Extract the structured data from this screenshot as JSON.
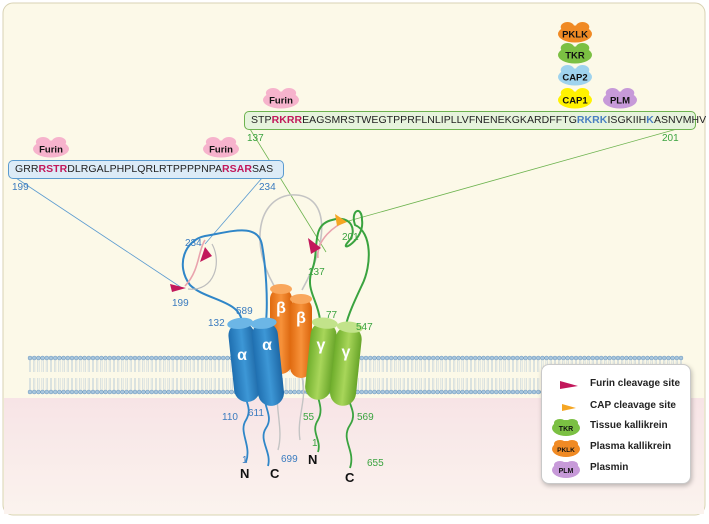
{
  "alpha_box": {
    "segments": [
      {
        "text": "GRR",
        "style": "plain"
      },
      {
        "text": "RSTR",
        "style": "furin"
      },
      {
        "text": "DLRGALPHPLQRLRTPPPPNPA",
        "style": "plain"
      },
      {
        "text": "RSAR",
        "style": "furin"
      },
      {
        "text": "SAS",
        "style": "plain"
      }
    ],
    "start": "199",
    "end": "234"
  },
  "gamma_box": {
    "segments": [
      {
        "text": "STP",
        "style": "plain"
      },
      {
        "text": "RKRR",
        "style": "furin"
      },
      {
        "text": "EAGSMRSTWEGTPPRFLNLIPLLVFNENEKGKARDFFTG",
        "style": "plain"
      },
      {
        "text": "RKRK",
        "style": "cap"
      },
      {
        "text": "ISGKIIH",
        "style": "plain"
      },
      {
        "text": "K",
        "style": "cap"
      },
      {
        "text": "ASNVMHV",
        "style": "plain"
      }
    ],
    "start": "137",
    "end": "201"
  },
  "protease_tags": {
    "furin_alpha_1": "Furin",
    "furin_alpha_2": "Furin",
    "furin_gamma": "Furin",
    "pklk": "PKLK",
    "tkr": "TKR",
    "cap2": "CAP2",
    "cap1": "CAP1",
    "plm": "PLM"
  },
  "subunits": {
    "alpha": "α",
    "beta": "β",
    "gamma": "γ"
  },
  "residues": {
    "a199": "199",
    "a234": "234",
    "a132": "132",
    "a589": "589",
    "a110": "110",
    "a611": "611",
    "a1": "1",
    "a699": "699",
    "g137": "137",
    "g201": "201",
    "g77": "77",
    "g547": "547",
    "g55": "55",
    "g569": "569",
    "g1": "1",
    "g655": "655"
  },
  "termini": {
    "alpha_n": "N",
    "alpha_c": "C",
    "gamma_n": "N",
    "gamma_c": "C"
  },
  "legend": {
    "furin_label": "Furin cleavage site",
    "cap_label": "CAP cleavage site",
    "tkr_tag": "TKR",
    "tkr_label": "Tissue kallikrein",
    "pklk_tag": "PKLK",
    "pklk_label": "Plasma kallikrein",
    "plm_tag": "PLM",
    "plm_label": "Plasmin"
  },
  "colors": {
    "alpha": "#2f86c8",
    "beta": "#f07d1c",
    "gamma": "#8cc63f",
    "furin": "#f6b3cc",
    "pklk": "#f08a24",
    "tkr": "#7bc043",
    "cap2": "#9fd3ee",
    "cap1": "#fff200",
    "plm": "#c79ad9",
    "furin_site": "#c2185b",
    "cap_site": "#f5a623"
  }
}
